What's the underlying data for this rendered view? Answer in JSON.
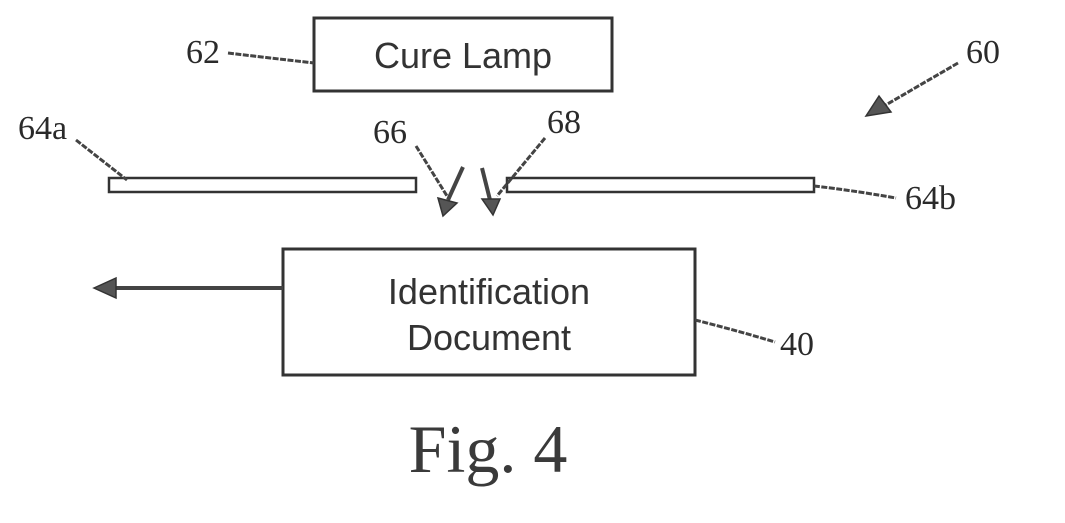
{
  "figure": {
    "title": "Fig. 4",
    "cure_lamp": {
      "label": "Cure Lamp",
      "ref": "62"
    },
    "document": {
      "label_line1": "Identification",
      "label_line2": "Document",
      "ref": "40"
    },
    "plate_left": {
      "ref": "64a"
    },
    "plate_right": {
      "ref": "64b"
    },
    "nozzle_left": {
      "ref": "66"
    },
    "nozzle_right": {
      "ref": "68"
    },
    "system": {
      "ref": "60"
    }
  }
}
